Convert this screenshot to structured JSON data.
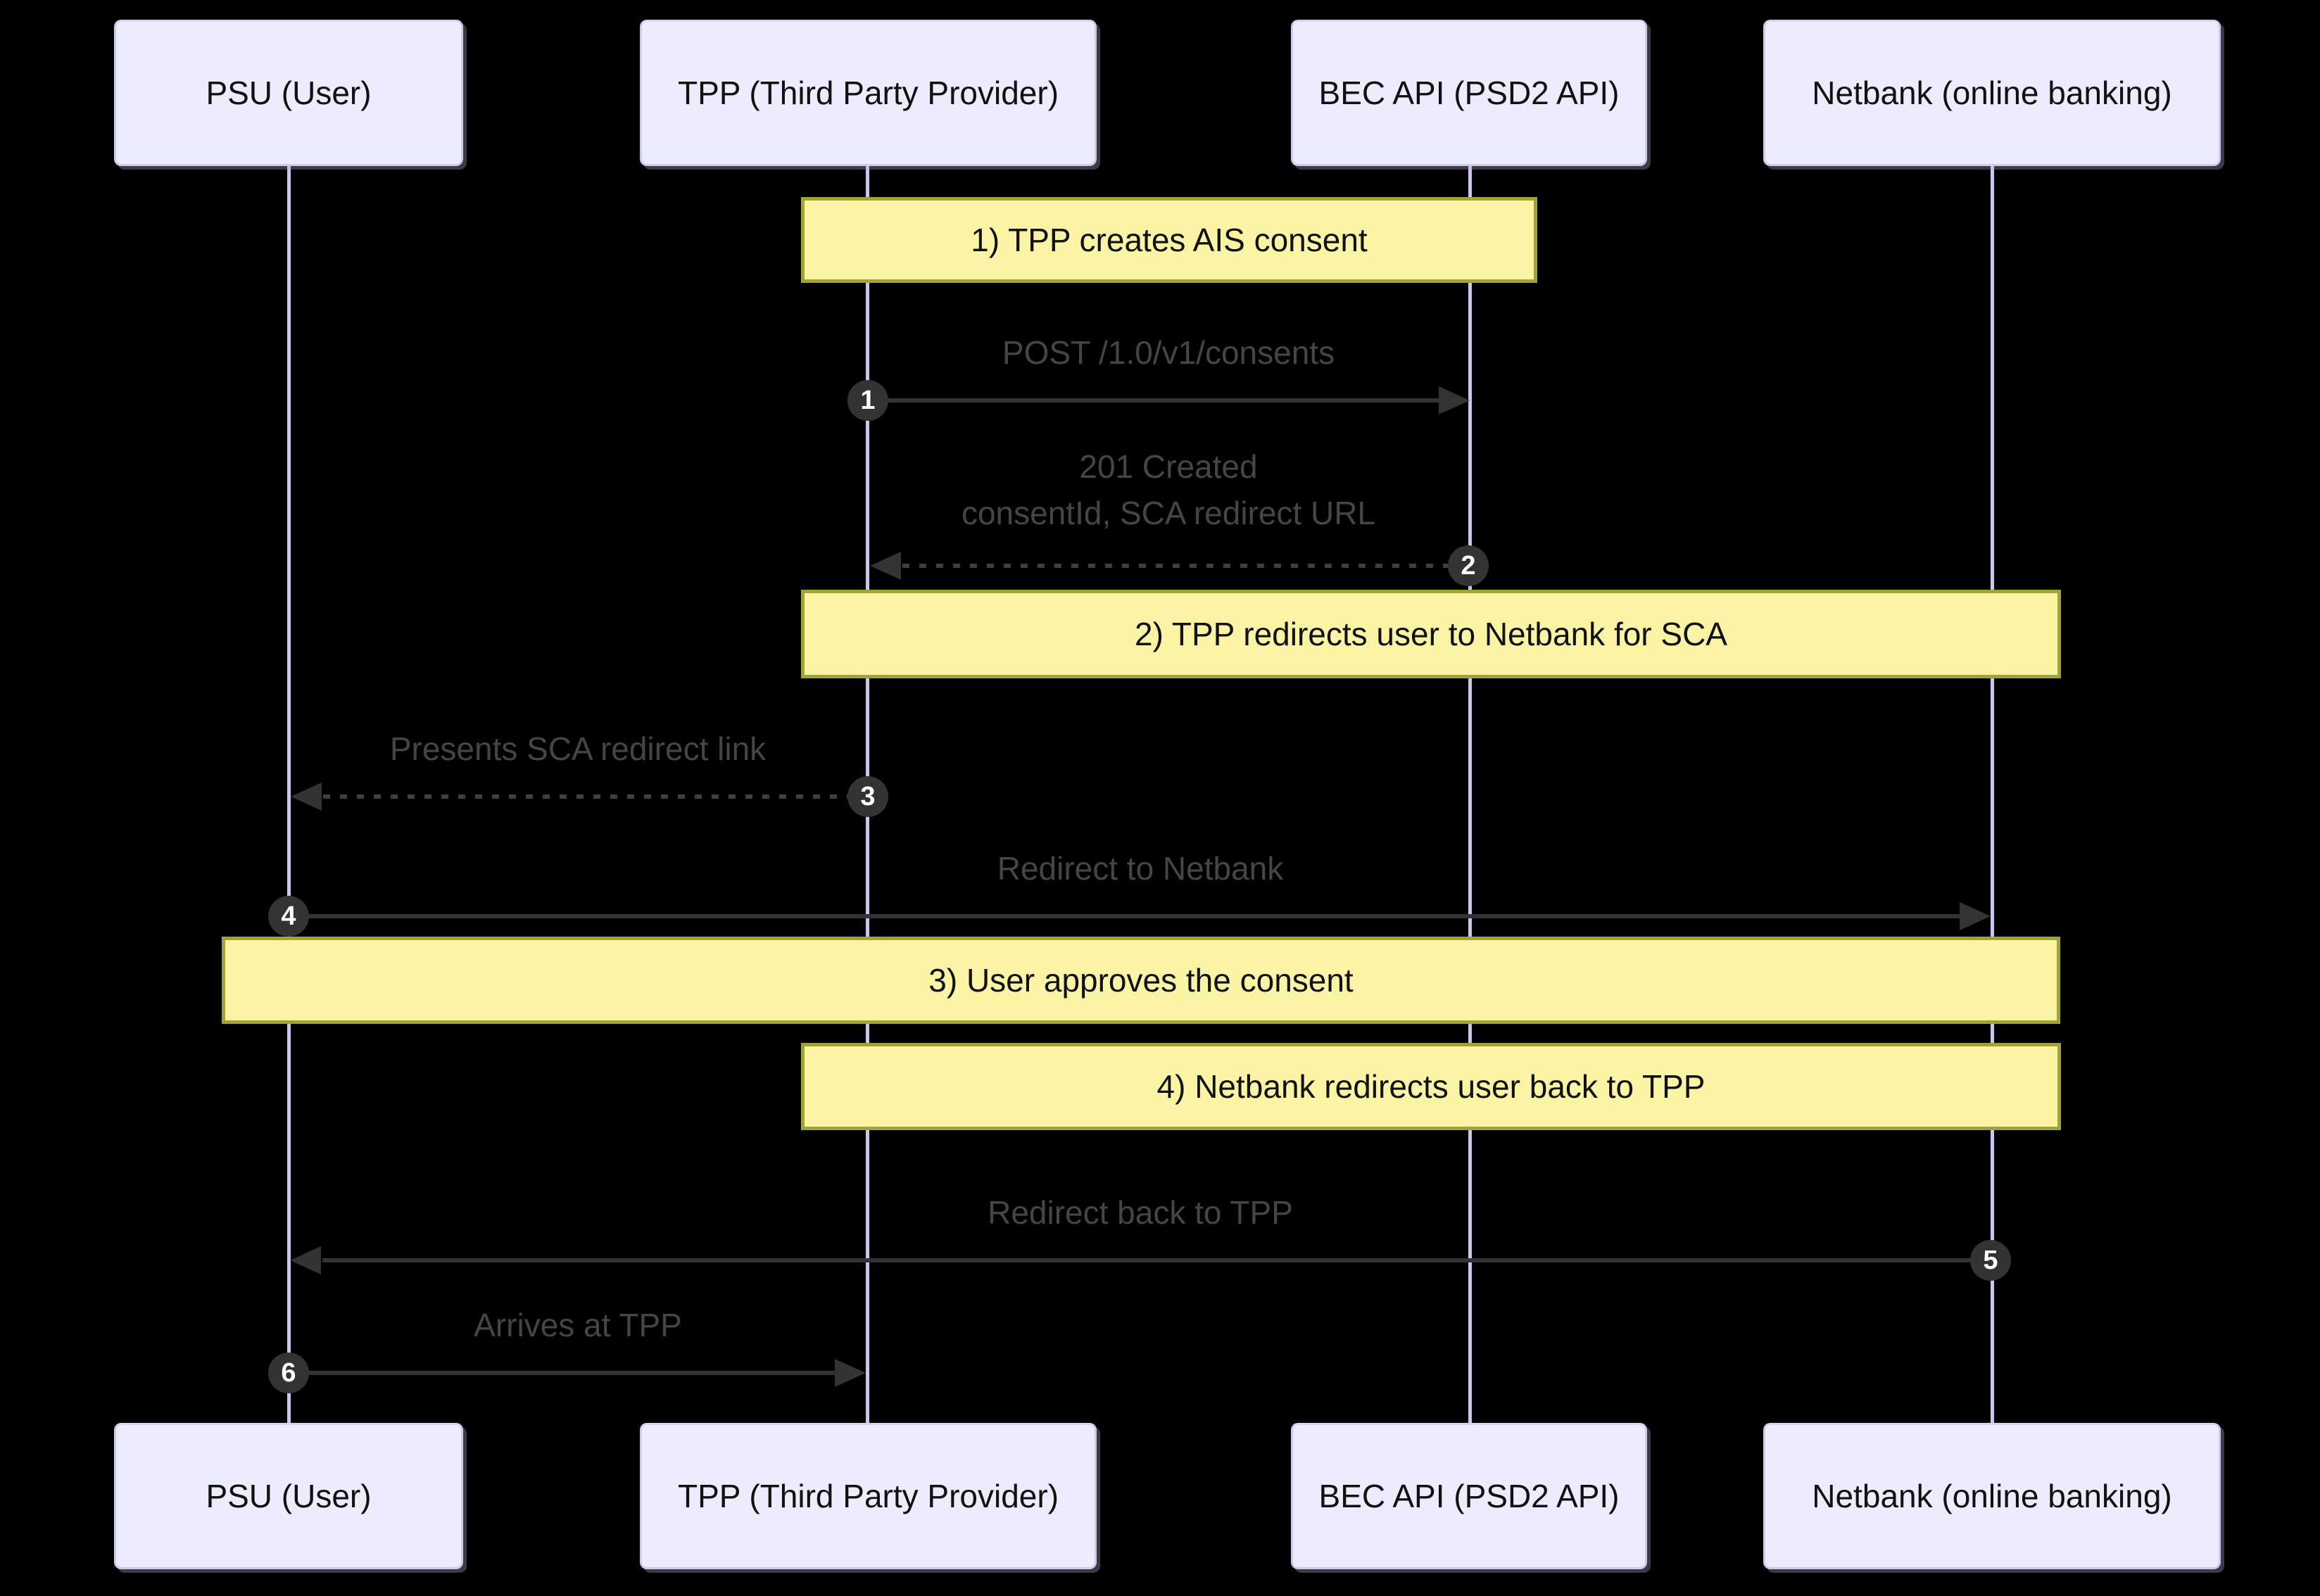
{
  "diagram_type": "sequence-diagram",
  "colors": {
    "background": "#000000",
    "actor_fill": "#ececff",
    "actor_border": "#d2c7ec",
    "lifeline": "#cfc5ea",
    "note_fill": "#faf4a4",
    "note_border": "#a0a433",
    "arrow": "#333333",
    "message_text": "#454545",
    "sequence_number_fill": "#333333",
    "sequence_number_text": "#ffffff"
  },
  "actors": [
    {
      "id": "psu",
      "label": "PSU (User)"
    },
    {
      "id": "tpp",
      "label": "TPP (Third Party Provider)"
    },
    {
      "id": "bec",
      "label": "BEC API (PSD2 API)"
    },
    {
      "id": "netbank",
      "label": "Netbank (online banking)"
    }
  ],
  "notes": [
    {
      "label": "1) TPP creates AIS consent",
      "over": "TPP, BEC API"
    },
    {
      "label": "2) TPP redirects user to Netbank for SCA",
      "over": "TPP, Netbank"
    },
    {
      "label": "3) User approves the consent",
      "over": "PSU, Netbank"
    },
    {
      "label": "4) Netbank redirects user back to TPP",
      "over": "TPP, Netbank"
    }
  ],
  "messages": [
    {
      "seq": "1",
      "text": "POST /1.0/v1/consents",
      "from": "TPP",
      "to": "BEC API",
      "line": "solid"
    },
    {
      "seq": "2",
      "text": "201 Created",
      "text2": "consentId, SCA redirect URL",
      "from": "BEC API",
      "to": "TPP",
      "line": "dotted"
    },
    {
      "seq": "3",
      "text": "Presents SCA redirect link",
      "from": "TPP",
      "to": "PSU",
      "line": "dotted"
    },
    {
      "seq": "4",
      "text": "Redirect to Netbank",
      "from": "PSU",
      "to": "Netbank",
      "line": "solid"
    },
    {
      "seq": "5",
      "text": "Redirect back to TPP",
      "from": "Netbank",
      "to": "PSU",
      "line": "solid"
    },
    {
      "seq": "6",
      "text": "Arrives at TPP",
      "from": "PSU",
      "to": "TPP",
      "line": "solid"
    }
  ]
}
